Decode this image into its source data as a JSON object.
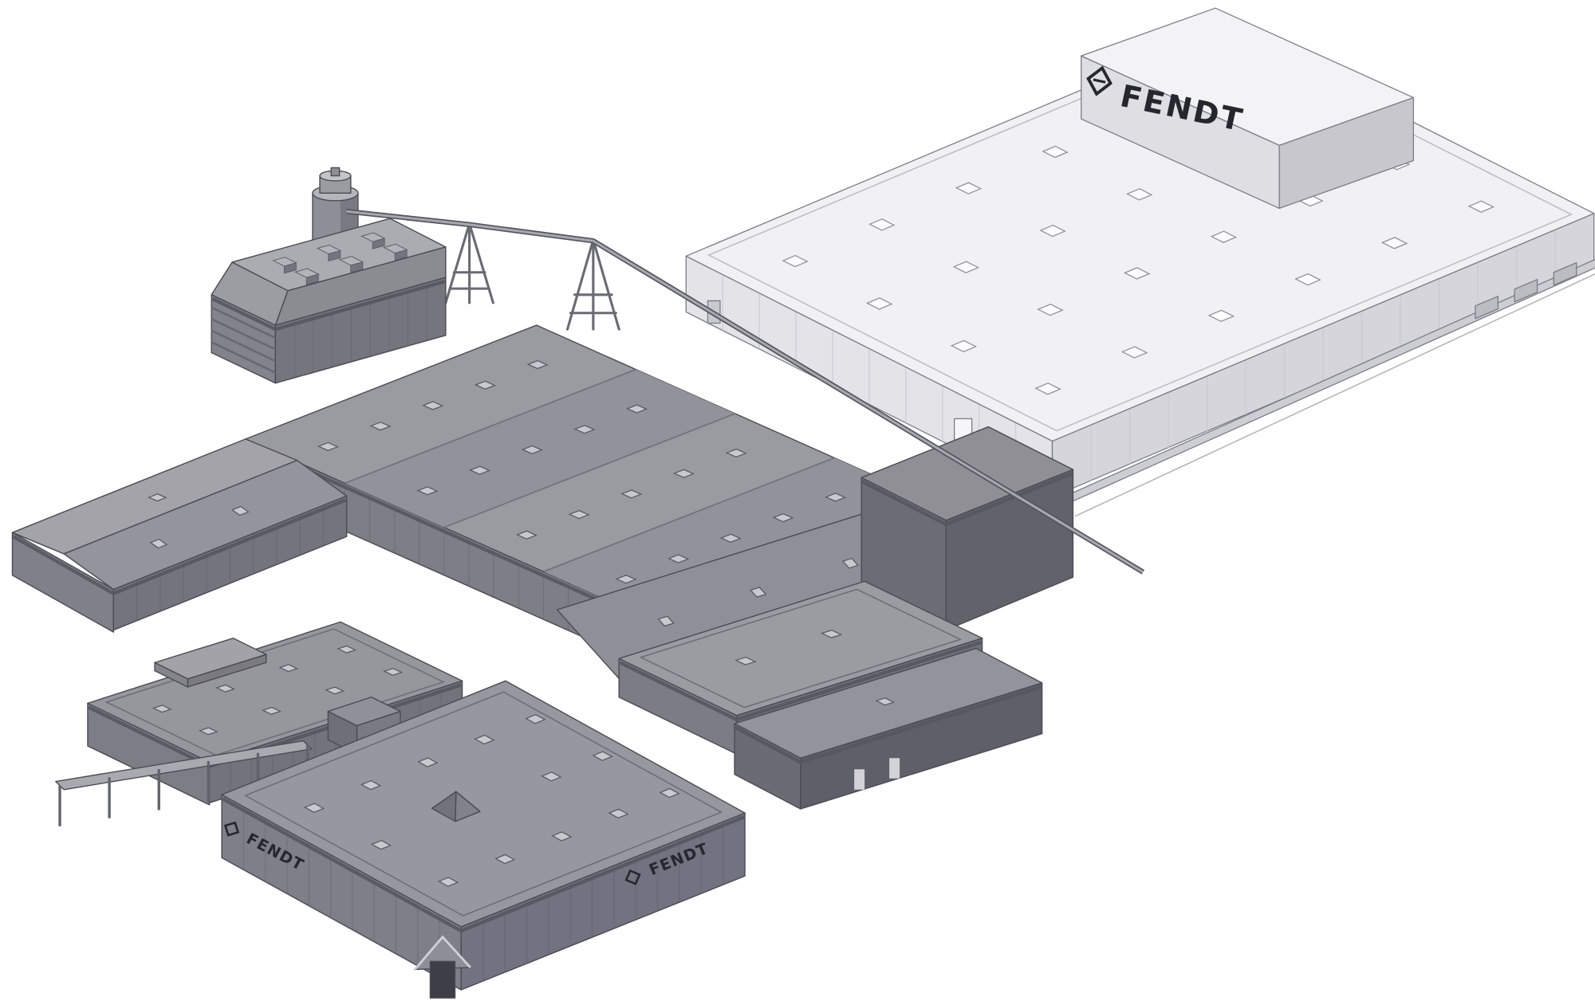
{
  "signs": {
    "penthouse": "FENDT",
    "showroom_left": "FENDT",
    "showroom_right": "FENDT"
  },
  "colors": {
    "background": "#ffffff",
    "light_building_roof": "#f1f1f4",
    "light_building_wall": "#d5d5db",
    "dark_building_roof": "#9a9aa1",
    "dark_building_wall": "#7e7e86",
    "outline": "#4b4b54",
    "sign_text": "#26262e"
  }
}
